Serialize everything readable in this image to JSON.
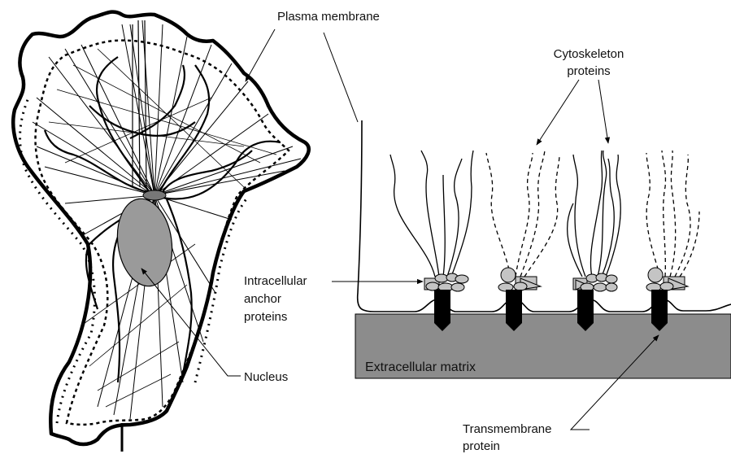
{
  "labels": {
    "plasma_membrane": "Plasma membrane",
    "cytoskeleton": [
      "Cytoskeleton",
      "proteins"
    ],
    "intracellular": [
      "Intracellular",
      "anchor",
      "proteins"
    ],
    "nucleus": "Nucleus",
    "extracellular_matrix": "Extracellular matrix",
    "transmembrane": [
      "Transmembrane",
      "protein"
    ]
  },
  "colors": {
    "matrix_fill": "#8c8c8c",
    "nucleus_fill": "#9a9a9a",
    "anchor_fill": "#c4c4c4",
    "stroke": "#000000"
  }
}
